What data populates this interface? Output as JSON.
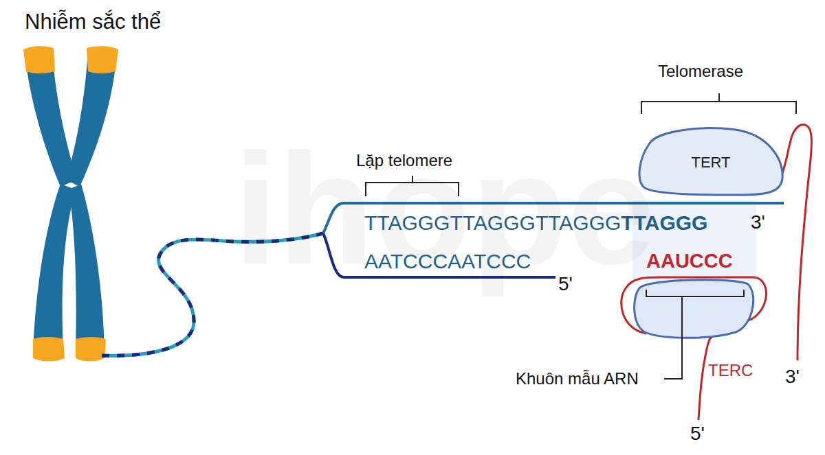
{
  "diagram": {
    "title": "Nhiễm sắc thể",
    "nodes": [
      {
        "text": [
          "TERT"
        ]
      }
    ],
    "labels": [
      "Telomerase",
      "Lặp telomere",
      "TTAGGGTTAGGGTTAGGG",
      "TTAGGG",
      "3'",
      "AATCCCAATCCC",
      "5'",
      "AAUCCC",
      "Khuôn mẫu ARN",
      "TERC",
      "3'",
      "5'",
      "ihope"
    ]
  }
}
